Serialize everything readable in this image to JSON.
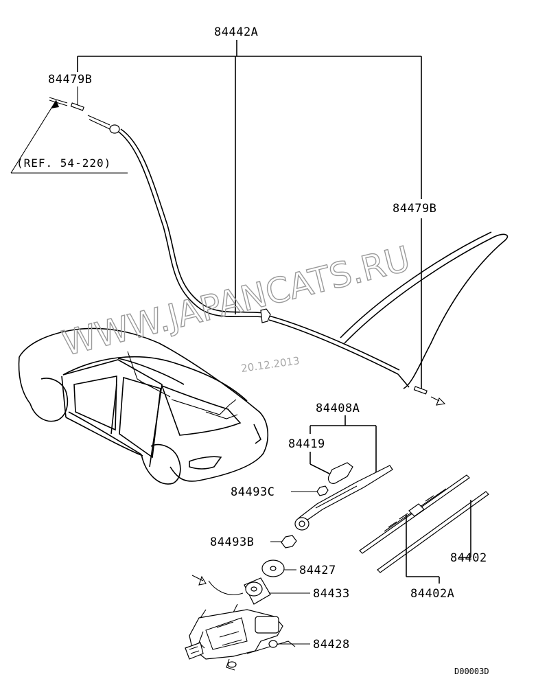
{
  "diagram": {
    "labels": {
      "hose_assembly": "84442A",
      "joint_left": "84479B",
      "joint_right": "84479B",
      "reference": "(REF. 54-220)",
      "arm_assembly": "84408A",
      "cap": "84419",
      "nut_c": "84493C",
      "nut_b": "84493B",
      "packing": "84427",
      "seal": "84433",
      "motor": "84428",
      "blade": "84402",
      "blade_assembly": "84402A"
    },
    "watermark": {
      "site": "WWW.JAPANCATS.RU",
      "date": "20.12.2013"
    },
    "diagram_code": "D00003D"
  }
}
